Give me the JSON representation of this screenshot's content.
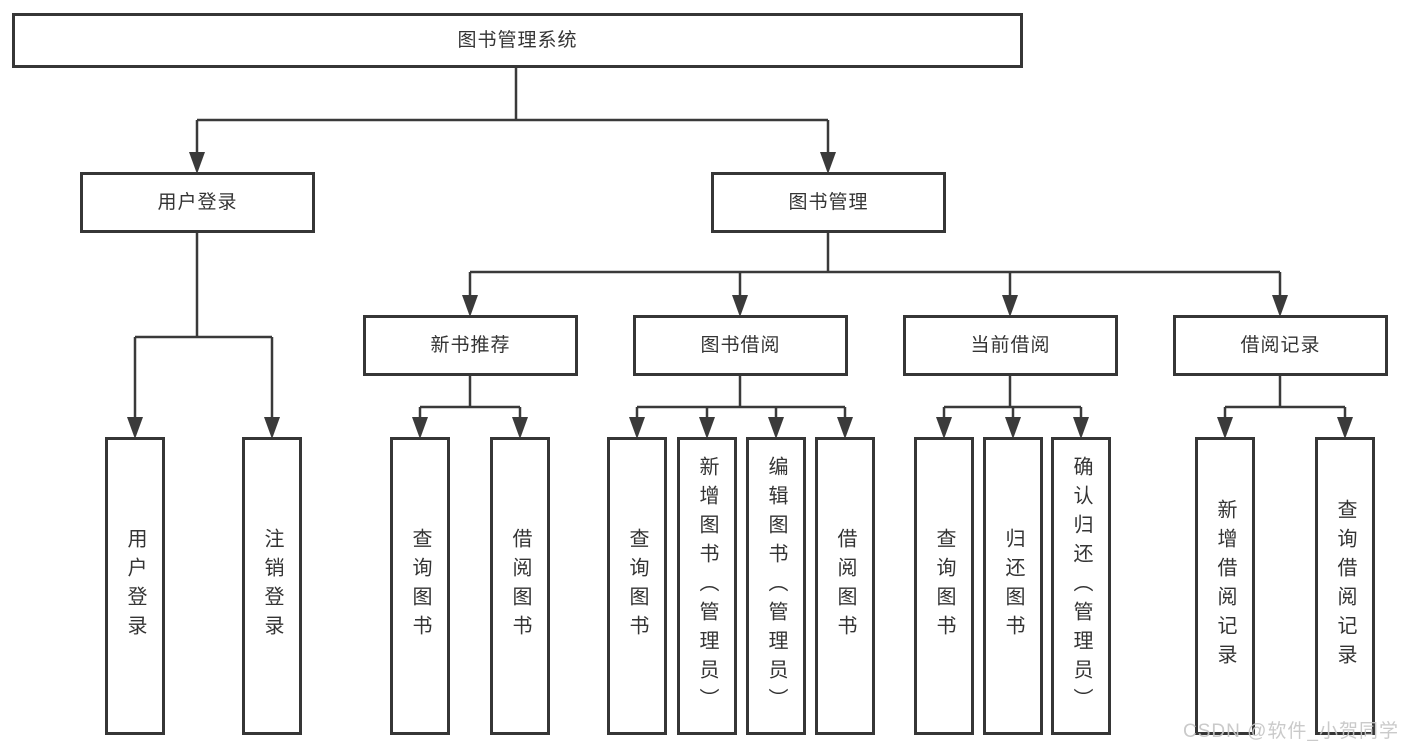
{
  "diagram": {
    "root": {
      "label": "图书管理系统"
    },
    "branches": [
      {
        "label": "用户登录",
        "children": [
          {
            "label": "用户登录"
          },
          {
            "label": "注销登录"
          }
        ]
      },
      {
        "label": "图书管理",
        "children": [
          {
            "label": "新书推荐",
            "children": [
              {
                "label": "查询图书"
              },
              {
                "label": "借阅图书"
              }
            ]
          },
          {
            "label": "图书借阅",
            "children": [
              {
                "label": "查询图书"
              },
              {
                "label": "新增图书（管理员）"
              },
              {
                "label": "编辑图书（管理员）"
              },
              {
                "label": "借阅图书"
              }
            ]
          },
          {
            "label": "当前借阅",
            "children": [
              {
                "label": "查询图书"
              },
              {
                "label": "归还图书"
              },
              {
                "label": "确认归还（管理员）"
              }
            ]
          },
          {
            "label": "借阅记录",
            "children": [
              {
                "label": "新增借阅记录"
              },
              {
                "label": "查询借阅记录"
              }
            ]
          }
        ]
      }
    ],
    "colors": {
      "line": "#3a3a3a",
      "text": "#343434",
      "background": "#ffffff"
    }
  },
  "watermark": {
    "text": "CSDN @软件_小贺同学"
  }
}
